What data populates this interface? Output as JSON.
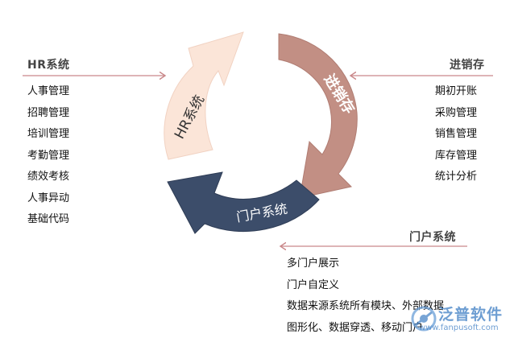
{
  "diagram": {
    "arrow_labels": {
      "hr": "HR系统",
      "jxc": "进销存",
      "portal": "门户系统"
    },
    "colors": {
      "hr_arrow": "#fbe5d8",
      "jxc_arrow": "#c28f84",
      "portal_arrow": "#3c4d6a",
      "divider": "#c9888a"
    }
  },
  "hr_panel": {
    "title": "HR系统",
    "items": [
      "人事管理",
      "招聘管理",
      "培训管理",
      "考勤管理",
      "绩效考核",
      "人事异动",
      "基础代码"
    ]
  },
  "jxc_panel": {
    "title": "进销存",
    "items": [
      "期初开账",
      "采购管理",
      "销售管理",
      "库存管理",
      "统计分析"
    ]
  },
  "portal_panel": {
    "title": "门户系统",
    "items": [
      "多门户展示",
      "门户自定义",
      "数据来源系统所有模块、外部数据",
      "图形化、数据穿透、移动门户"
    ]
  },
  "watermark": {
    "brand": "泛普软件",
    "url": "www.fanpusoft.com"
  }
}
